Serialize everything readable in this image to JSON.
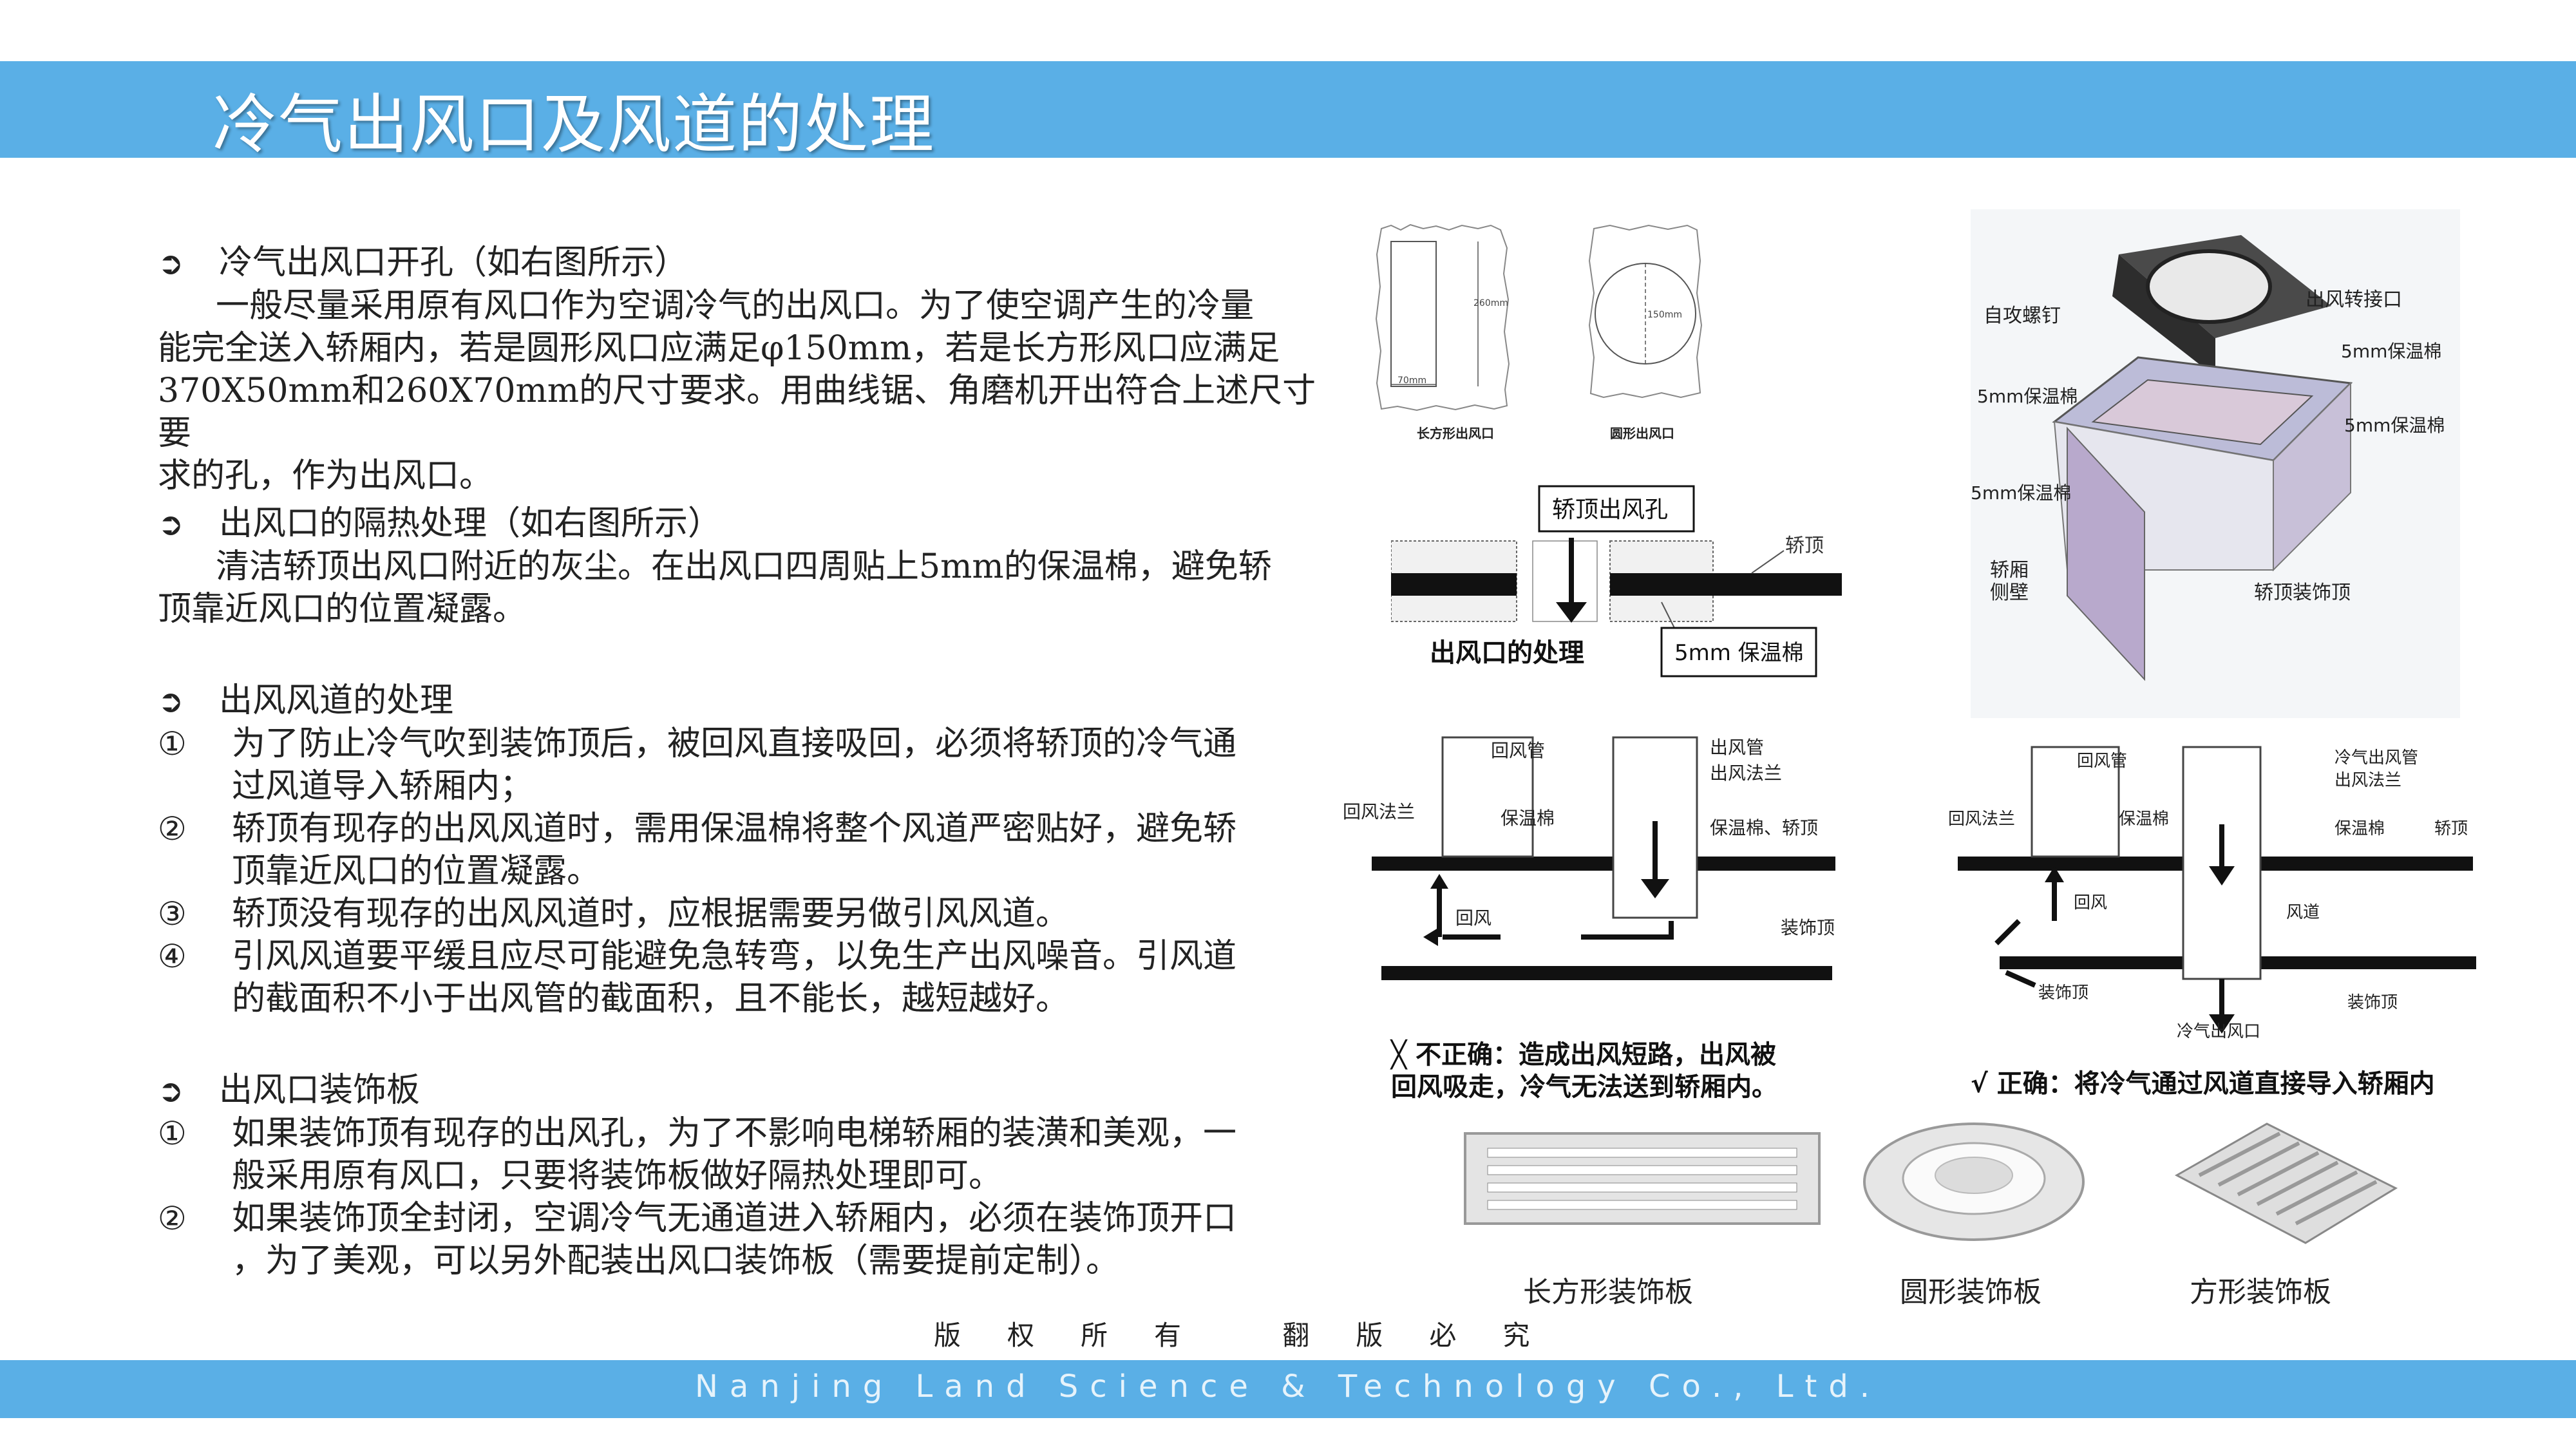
{
  "title": "冷气出风口及风道的处理",
  "sections": {
    "s1": {
      "heading": "冷气出风口开孔（如右图所示）",
      "lines": [
        "一般尽量采用原有风口作为空调冷气的出风口。为了使空调产生的冷量",
        "能完全送入轿厢内，若是圆形风口应满足φ150mm，若是长方形风口应满足",
        "370X50mm和260X70mm的尺寸要求。用曲线锯、角磨机开出符合上述尺寸要",
        "求的孔，作为出风口。"
      ]
    },
    "s2": {
      "heading": "出风口的隔热处理（如右图所示）",
      "lines": [
        "清洁轿顶出风口附近的灰尘。在出风口四周贴上5mm的保温棉，避免轿",
        "顶靠近风口的位置凝露。"
      ]
    },
    "s3": {
      "heading": "出风风道的处理",
      "items": [
        {
          "num": "①",
          "lines": [
            "为了防止冷气吹到装饰顶后，被回风直接吸回，必须将轿顶的冷气通",
            "过风道导入轿厢内；"
          ]
        },
        {
          "num": "②",
          "lines": [
            "轿顶有现存的出风风道时，需用保温棉将整个风道严密贴好，避免轿",
            "顶靠近风口的位置凝露。"
          ]
        },
        {
          "num": "③",
          "lines": [
            "轿顶没有现存的出风风道时，应根据需要另做引风风道。"
          ]
        },
        {
          "num": "④",
          "lines": [
            "引风风道要平缓且应尽可能避免急转弯，以免生产出风噪音。引风道",
            "的截面积不小于出风管的截面积，且不能长，越短越好。"
          ]
        }
      ]
    },
    "s4": {
      "heading": "出风口装饰板",
      "items": [
        {
          "num": "①",
          "lines": [
            "如果装饰顶有现存的出风孔，为了不影响电梯轿厢的装潢和美观，一",
            "般采用原有风口，只要将装饰板做好隔热处理即可。"
          ]
        },
        {
          "num": "②",
          "lines": [
            "如果装饰顶全封闭，空调冷气无通道进入轿厢内，必须在装饰顶开口",
            "，为了美观，可以另外配装出风口装饰板（需要提前定制）。"
          ]
        }
      ]
    }
  },
  "fig_openings": {
    "rect_label": "长方形出风口",
    "circle_label": "圆形出风口",
    "rect_height": "260mm",
    "rect_width": "70mm",
    "circle_diameter": "150mm"
  },
  "fig_insulation": {
    "hole_label": "轿顶出风孔",
    "roof_label": "轿顶",
    "title": "出风口的处理",
    "foam_label": "5mm 保温棉"
  },
  "fig_3d": {
    "screw": "自攻螺钉",
    "adapter": "出风转接口",
    "foam_a": "5mm保温棉",
    "foam_b": "5mm保温棉",
    "foam_c": "5mm保温棉",
    "foam_d": "5mm保温棉",
    "wall_1": "轿厢",
    "wall_2": "侧壁",
    "deco": "轿顶装饰顶"
  },
  "fig_wrong": {
    "return_pipe": "回风管",
    "outlet_pipe": "出风管",
    "outlet_flange": "出风法兰",
    "return_flange": "回风法兰",
    "foam": "保温棉",
    "foam_roof": "保温棉、轿顶",
    "return_air": "回风",
    "deco": "装饰顶",
    "caption_line1": "╳ 不正确：造成出风短路，出风被",
    "caption_line2": "回风吸走，冷气无法送到轿厢内。"
  },
  "fig_right": {
    "return_pipe": "回风管",
    "cold_outlet_pipe": "冷气出风管",
    "outlet_flange": "出风法兰",
    "return_flange": "回风法兰",
    "foam": "保温棉",
    "foam2": "保温棉",
    "roof": "轿顶",
    "return_air": "回风",
    "duct": "风道",
    "deco_top": "装饰顶",
    "deco_right": "装饰顶",
    "cold_outlet": "冷气出风口",
    "caption": "√ 正确：将冷气通过风道直接导入轿厢内"
  },
  "panels": {
    "rect": "长方形装饰板",
    "round": "圆形装饰板",
    "square": "方形装饰板"
  },
  "copyright": "版权所有  翻版必究",
  "footer": "Nanjing Land Science & Technology Co., Ltd."
}
